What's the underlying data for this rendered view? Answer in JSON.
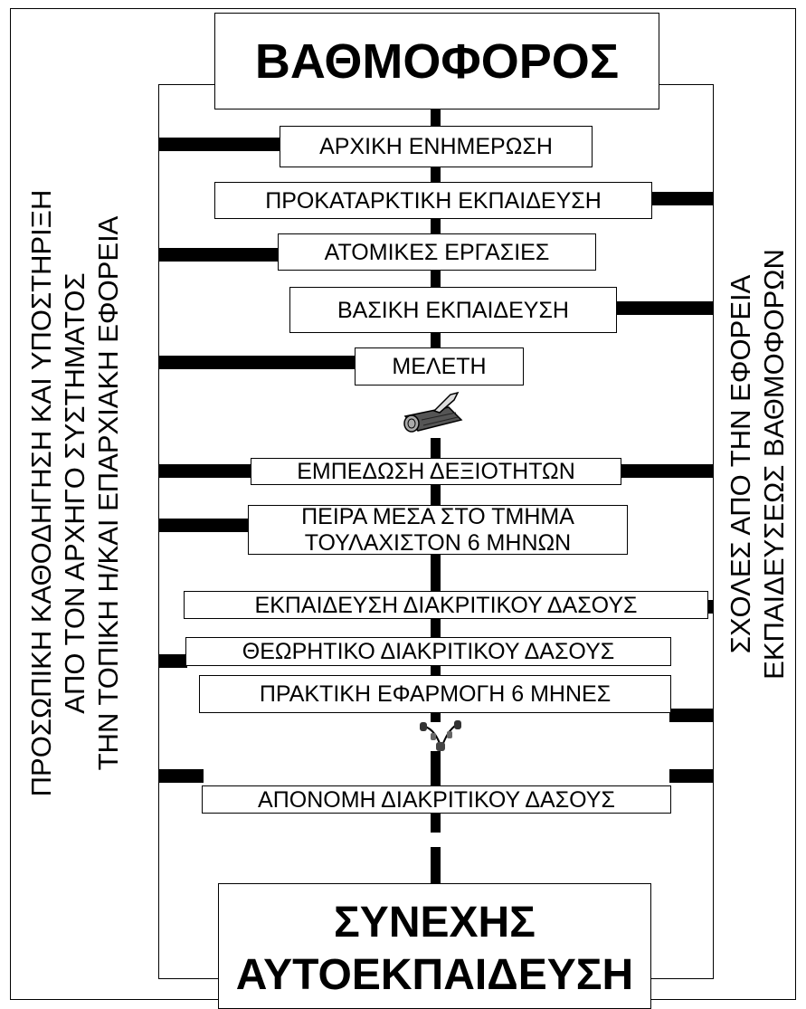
{
  "header": {
    "title": "ΒΑΘΜΟΦΟΡΟΣ"
  },
  "footer": {
    "title": "ΣΥΝΕΧΗΣ\nΑΥΤΟΕΚΠΑΙΔΕΥΣΗ"
  },
  "left_note": "ΠΡΟΣΩΠΙΚΗ ΚΑΘΟΔΗΓΗΣΗ ΚΑΙ ΥΠΟΣΤΗΡΙΞΗ\nΑΠΟ ΤΟΝ ΑΡΧΗΓΟ ΣΥΣΤΗΜΑΤΟΣ\nΤΗΝ ΤΟΠΙΚΗ Η/ΚΑΙ ΕΠΑΡΧΙΑΚΗ ΕΦΟΡΕΙΑ",
  "right_note": "ΣΧΟΛΕΣ ΑΠΟ ΤΗΝ ΕΦΟΡΕΙΑ\nΕΚΠΑΙΔΕΥΣΕΩΣ ΒΑΘΜΟΦΟΡΩΝ",
  "steps": [
    {
      "label": "ΑΡΧΙΚΗ ΕΝΗΜΕΡΩΣΗ",
      "side": "left"
    },
    {
      "label": "ΠΡΟΚΑΤΑΡΚΤΙΚΗ ΕΚΠΑΙΔΕΥΣΗ",
      "side": "right"
    },
    {
      "label": "ΑΤΟΜΙΚΕΣ ΕΡΓΑΣΙΕΣ",
      "side": "left"
    },
    {
      "label": "ΒΑΣΙΚΗ ΕΚΠΑΙΔΕΥΣΗ",
      "side": "right"
    },
    {
      "label": "ΜΕΛΕΤΗ",
      "side": "left"
    },
    {
      "label": "ΕΜΠΕΔΩΣΗ ΔΕΞΙΟΤΗΤΩΝ",
      "side": "both"
    },
    {
      "label": "ΠΕΙΡΑ ΜΕΣΑ ΣΤΟ ΤΜΗΜΑ\nΤΟΥΛΑΧΙΣΤΟΝ 6 ΜΗΝΩΝ",
      "side": "left"
    },
    {
      "label": "ΕΚΠΑΙΔΕΥΣΗ ΔΙΑΚΡΙΤΙΚΟΥ ΔΑΣΟΥΣ",
      "side": "right"
    },
    {
      "label": "ΘΕΩΡΗΤΙΚΟ ΔΙΑΚΡΙΤΙΚΟΥ ΔΑΣΟΥΣ",
      "side": "left"
    },
    {
      "label": "ΠΡΑΚΤΙΚΗ ΕΦΑΡΜΟΓΗ 6 ΜΗΝΕΣ",
      "side": "right"
    },
    {
      "label": "ΑΠΟΝΟΜΗ ΔΙΑΚΡΙΤΙΚΟΥ ΔΑΣΟΥΣ",
      "side": "both"
    }
  ],
  "icons": {
    "log": "axe-in-log-icon",
    "beads": "wood-badge-beads-icon"
  }
}
